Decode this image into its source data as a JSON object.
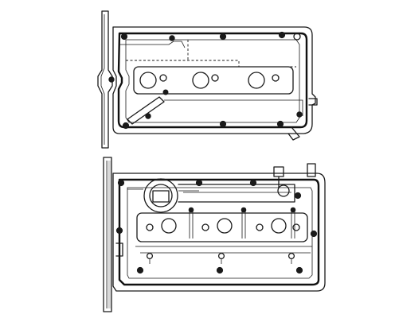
{
  "colors": {
    "ink": "#1a1a1a",
    "paper": "#ffffff",
    "shade": "#d9d9d9"
  },
  "figures": [
    {
      "id": "cover-top",
      "kind": "cam-cover-gasket-view"
    },
    {
      "id": "cover-bottom",
      "kind": "cam-cover-underside-view"
    }
  ]
}
